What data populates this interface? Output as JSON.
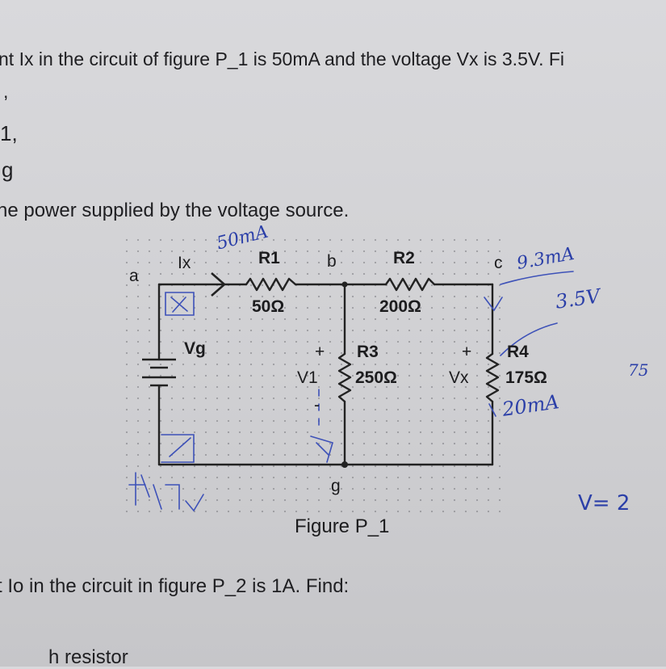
{
  "text": {
    "line1": "nt Ix in the circuit of figure P_1 is 50mA and the voltage Vx is 3.5V. Fi",
    "line2": ",",
    "line3": "1,",
    "line4": "g",
    "line5": "ne power supplied by the voltage source.",
    "line6": "t Io in the circuit in figure P_2 is 1A. Find:",
    "line7": "h resistor"
  },
  "circuit": {
    "node_a": "a",
    "node_b": "b",
    "node_c": "c",
    "node_g": "g",
    "current_label": "Ix",
    "source_label": "Vg",
    "r1_name": "R1",
    "r1_value": "50Ω",
    "r2_name": "R2",
    "r2_value": "200Ω",
    "r3_name": "R3",
    "r3_value": "250Ω",
    "r4_name": "R4",
    "r4_value": "175Ω",
    "v1_label": "V1",
    "vx_label": "Vx",
    "plus": "+",
    "minus": "-",
    "caption": "Figure P_1"
  },
  "annotations": {
    "ix_value": "50mA",
    "c_current": "9.3mA",
    "vx_value": "3.5V",
    "r4_current": "20mA",
    "side_75": "75",
    "side_v": "V= 2"
  }
}
